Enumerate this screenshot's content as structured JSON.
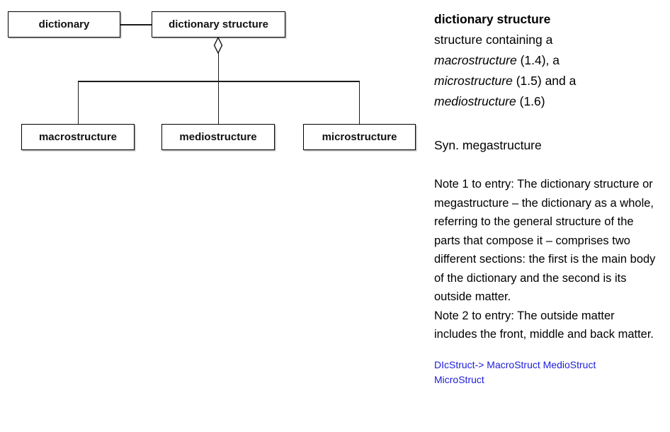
{
  "diagram": {
    "nodes": {
      "dictionary": {
        "label": "dictionary"
      },
      "dictionary_structure": {
        "label": "dictionary structure"
      },
      "macrostructure": {
        "label": "macrostructure"
      },
      "mediostructure": {
        "label": "mediostructure"
      },
      "microstructure": {
        "label": "microstructure"
      }
    },
    "connector_type": "aggregation (open diamond)",
    "colors": {
      "line": "#1a1a1a",
      "node_border": "#000000",
      "node_fill": "#ffffff"
    }
  },
  "panel": {
    "term": "dictionary structure",
    "definition": {
      "line1": "structure containing a",
      "line2_term": "macrostructure",
      "line2_rest": " (1.4), a",
      "line3_term": "microstructure",
      "line3_rest": " (1.5) and a",
      "line4_term": "mediostructure",
      "line4_rest": " (1.6)"
    },
    "synonym": "Syn. megastructure",
    "note1": "Note 1 to entry: The dictionary structure or megastructure – the dictionary as a whole, referring to the general structure of the parts that compose it – comprises two different sections: the first is the main body of the dictionary and the second is its outside matter.",
    "note2": "Note 2 to entry: The outside matter includes the front, middle and back matter.",
    "code": "DIcStruct-> MacroStruct MedioStruct MicroStruct",
    "colors": {
      "text": "#000000",
      "code_blue": "#1c1cd9"
    }
  }
}
